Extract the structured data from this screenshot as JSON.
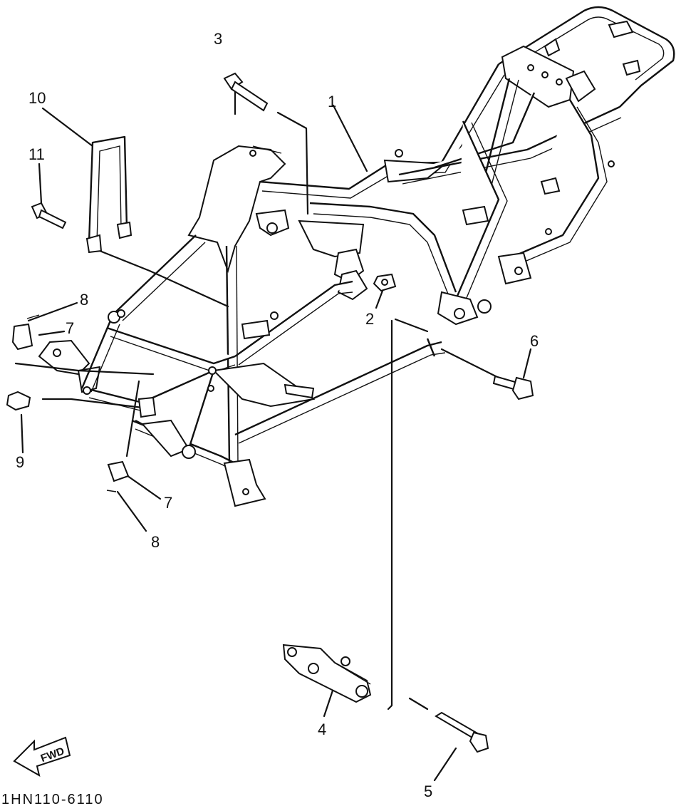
{
  "callouts": {
    "c1": "1",
    "c2": "2",
    "c3": "3",
    "c4": "4",
    "c5": "5",
    "c6": "6",
    "c7a": "7",
    "c7b": "7",
    "c8a": "8",
    "c8b": "8",
    "c9": "9",
    "c10": "10",
    "c11": "11"
  },
  "footer": {
    "drawing_code": "1HN110-6110"
  },
  "direction": {
    "fwd": "FWD"
  },
  "colors": {
    "ink": "#111111",
    "paper": "#ffffff"
  }
}
